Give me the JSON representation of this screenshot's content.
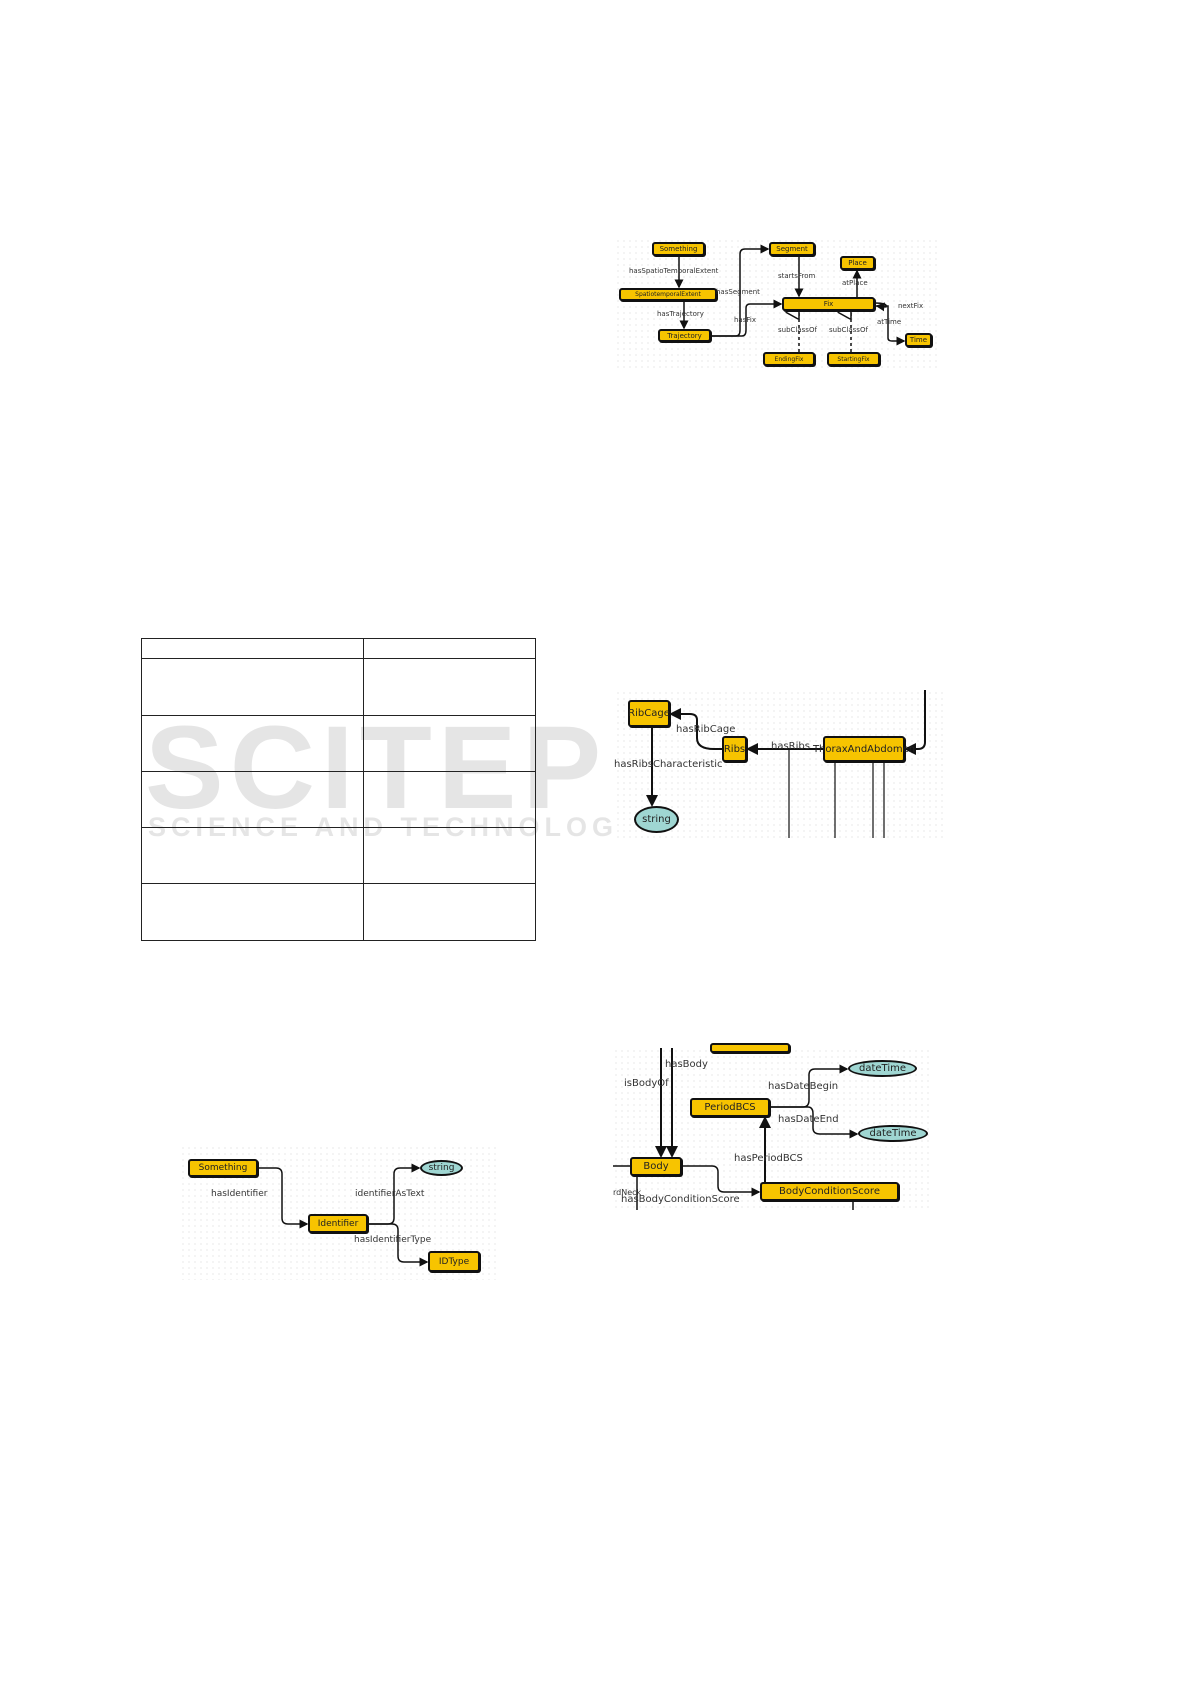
{
  "watermark": {
    "title": "SCITEPRESS",
    "subtitle": "SCIENCE AND TECHNOLOGY PUBLICATIONS"
  },
  "figure_trajectory": {
    "nodes": {
      "something": "Something",
      "spatiotemporal": "SpatiotemporalExtent",
      "trajectory": "Trajectory",
      "segment": "Segment",
      "place": "Place",
      "fix": "Fix",
      "endingfix": "EndingFix",
      "startingfix": "StartingFix",
      "time": "Time"
    },
    "edges": {
      "hasSpatioTemporalExtent": "hasSpatioTemporalExtent",
      "hasTrajectory": "hasTrajectory",
      "hasSegment": "hasSegment",
      "hasFix": "hasFix",
      "startsFrom": "startsFrom",
      "atPlace": "atPlace",
      "nextFix": "nextFix",
      "atTime": "atTime",
      "subClassOf1": "subClassOf",
      "subClassOf2": "subClassOf"
    }
  },
  "figure_ribcage": {
    "nodes": {
      "ribcage": "RibCage",
      "ribs": "Ribs",
      "thorax": "ThoraxAndAbdomen",
      "string": "string"
    },
    "edges": {
      "hasRibCage": "hasRibCage",
      "hasRibs": "hasRibs",
      "hasRibsCharacteristic": "hasRibsCharacteristic"
    }
  },
  "figure_body": {
    "nodes": {
      "periodbcs": "PeriodBCS",
      "body": "Body",
      "bcs": "BodyConditionScore",
      "datetime1": "dateTime",
      "datetime2": "dateTime"
    },
    "edges": {
      "hasBody": "hasBody",
      "isBodyOf": "isBodyOf",
      "hasDateBegin": "hasDateBegin",
      "hasDateEnd": "hasDateEnd",
      "hasPeriodBCS": "hasPeriodBCS",
      "hasBodyConditionScore": "hasBodyConditionScore",
      "partial": "rdNeck"
    }
  },
  "figure_identifier": {
    "nodes": {
      "something": "Something",
      "identifier": "Identifier",
      "string": "string",
      "idtype": "IDType"
    },
    "edges": {
      "hasIdentifier": "hasIdentifier",
      "identifierAsText": "identifierAsText",
      "hasIdentifierType": "hasIdentifierType"
    }
  },
  "table": {
    "rows": [
      [
        "",
        ""
      ],
      [
        "",
        ""
      ],
      [
        "",
        ""
      ],
      [
        "",
        ""
      ],
      [
        "",
        ""
      ],
      [
        "",
        ""
      ]
    ]
  }
}
